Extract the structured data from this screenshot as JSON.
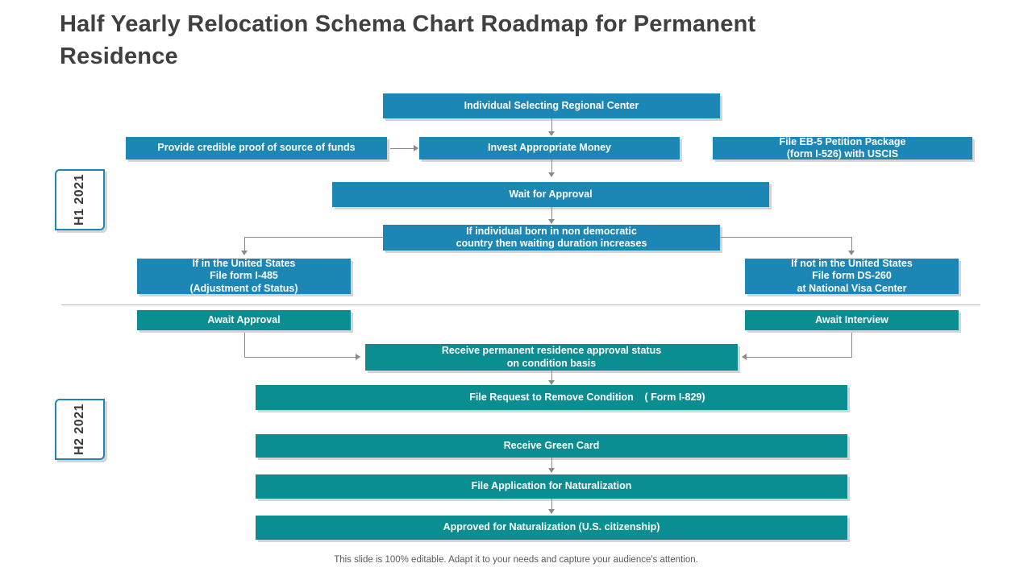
{
  "title": "Half Yearly Relocation Schema Chart Roadmap for Permanent Residence",
  "periods": [
    {
      "label": "H1 2021"
    },
    {
      "label": "H2 2021"
    }
  ],
  "nodes": {
    "individual_selecting_regional_center": "Individual Selecting Regional Center",
    "provide_credible_proof": "Provide credible proof of source of funds",
    "invest_appropriate_money": "Invest Appropriate Money",
    "file_eb5_line1": "File EB-5 Petition Package",
    "file_eb5_line2": "(form I-526) with USCIS",
    "wait_for_approval": "Wait for Approval",
    "non_democratic_line1": "If individual born in non democratic",
    "non_democratic_line2": "country then waiting duration increases",
    "in_us_line1": "If in the United States",
    "in_us_line2": "File form I-485",
    "in_us_line3": "(Adjustment of Status)",
    "not_in_us_line1": "If not in the United States",
    "not_in_us_line2": "File form DS-260",
    "not_in_us_line3": "at National Visa Center",
    "await_approval": "Await Approval",
    "await_interview": "Await Interview",
    "receive_status_line1": "Receive permanent residence approval status",
    "receive_status_line2": "on condition basis",
    "file_request_remove_condition": "File Request to Remove Condition",
    "file_request_form": "( Form I-829)",
    "receive_green_card": "Receive Green Card",
    "file_application_naturalization": "File Application for Naturalization",
    "approved_naturalization": "Approved for Naturalization (U.S. citizenship)"
  },
  "colors": {
    "blue": "#1c87b4",
    "teal": "#0b8e92",
    "title": "#404040",
    "connector": "#8a8a8a"
  },
  "footer": "This slide is 100% editable. Adapt it to your needs and capture your audience's attention."
}
